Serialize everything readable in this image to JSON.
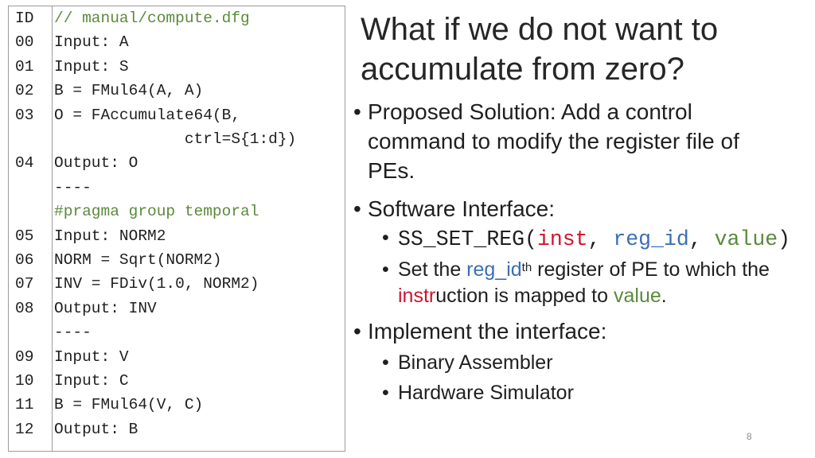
{
  "code": {
    "header_id": "ID",
    "header_comment": "// manual/compute.dfg",
    "lines": [
      {
        "id": "00",
        "code": "Input: A"
      },
      {
        "id": "01",
        "code": "Input: S"
      },
      {
        "id": "02",
        "code": "B = FMul64(A, A)"
      },
      {
        "id": "03",
        "code": "O = FAccumulate64(B,"
      },
      {
        "id": "",
        "code": "              ctrl=S{1:d})"
      },
      {
        "id": "04",
        "code": "Output: O"
      },
      {
        "id": "",
        "code": "----"
      },
      {
        "id": "",
        "code": "#pragma group temporal",
        "comment": true
      },
      {
        "id": "05",
        "code": "Input: NORM2"
      },
      {
        "id": "06",
        "code": "NORM = Sqrt(NORM2)"
      },
      {
        "id": "07",
        "code": "INV = FDiv(1.0, NORM2)"
      },
      {
        "id": "08",
        "code": "Output: INV"
      },
      {
        "id": "",
        "code": "----"
      },
      {
        "id": "09",
        "code": "Input: V"
      },
      {
        "id": "10",
        "code": "Input: C"
      },
      {
        "id": "11",
        "code": "B = FMul64(V, C)"
      },
      {
        "id": "12",
        "code": "Output: B"
      }
    ]
  },
  "slide": {
    "title_line1": "What if we do not want to",
    "title_line2": "accumulate from zero?",
    "bullet_marker": "•",
    "bullet1_line1": "Proposed Solution: Add a control",
    "bullet1_line2": "command to modify the register file of",
    "bullet1_line3": "PEs.",
    "bullet2": "Software Interface:",
    "api": {
      "fn": "SS_SET_REG(",
      "arg1": "inst",
      "sep1": ", ",
      "arg2": "reg_id",
      "sep2": ", ",
      "arg3": "value",
      "close": ")"
    },
    "desc": {
      "p1": "Set the ",
      "reg": "reg_id",
      "sup": "th",
      "p2": " register of PE to which the",
      "instr": "instr",
      "p3": "uction is mapped to ",
      "value": "value",
      "p4": "."
    },
    "bullet3": "Implement the interface:",
    "sub1": "Binary Assembler",
    "sub2": "Hardware Simulator",
    "page_number": "8"
  },
  "colors": {
    "comment": "#5b8a3c",
    "inst": "#d0142c",
    "reg_id": "#3c6eb4",
    "value": "#5b8a3c"
  }
}
